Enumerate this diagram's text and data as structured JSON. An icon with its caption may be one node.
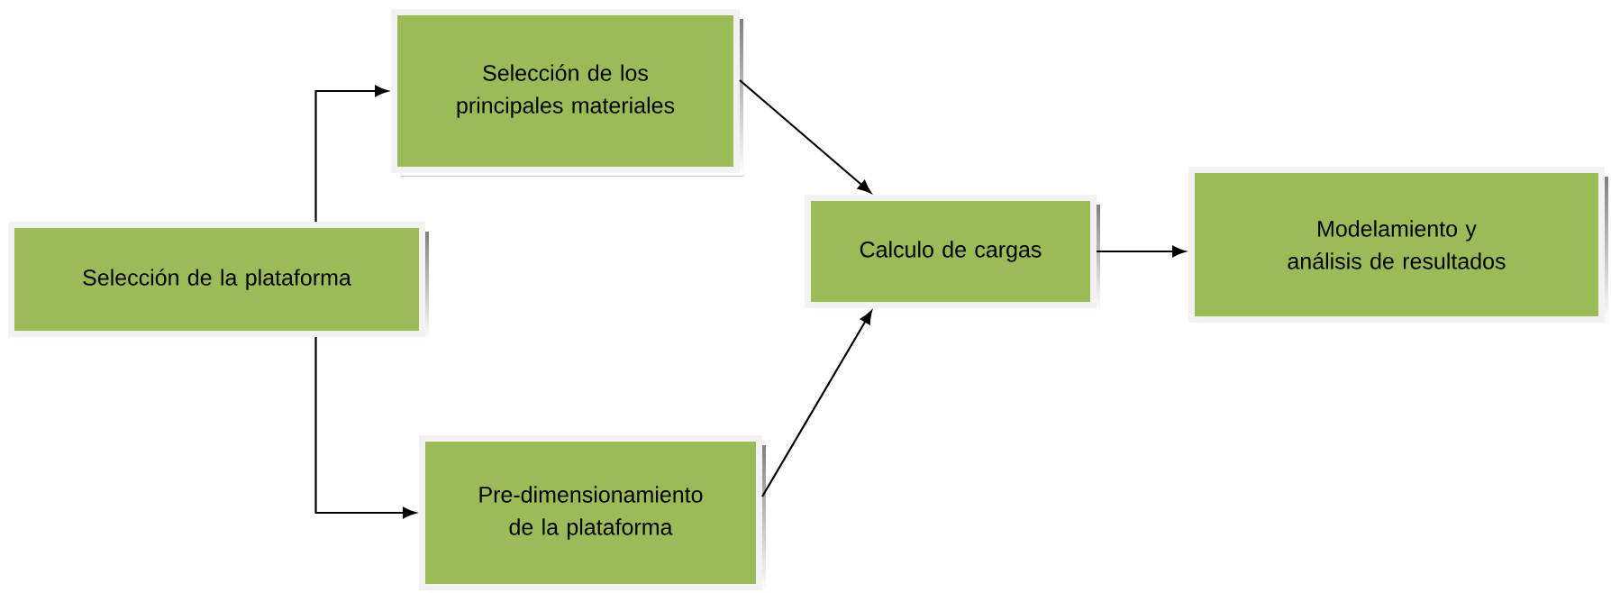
{
  "diagram": {
    "nodes": [
      {
        "text": [
          "Selección de la plataforma"
        ]
      },
      {
        "text": [
          "Selección de los principales materiales"
        ]
      },
      {
        "text": [
          "Pre-dimensionamiento de la plataforma"
        ]
      },
      {
        "text": [
          "Calculo de cargas"
        ]
      },
      {
        "text": [
          "Modelamiento y análisis de resultados"
        ]
      }
    ],
    "edges": [
      {
        "from": 0,
        "to": 1,
        "arrow": "to"
      },
      {
        "from": 0,
        "to": 2,
        "arrow": "to"
      },
      {
        "from": 1,
        "to": 3,
        "arrow": "to"
      },
      {
        "from": 2,
        "to": 3,
        "arrow": "to"
      },
      {
        "from": 3,
        "to": 4,
        "arrow": "to"
      }
    ]
  }
}
